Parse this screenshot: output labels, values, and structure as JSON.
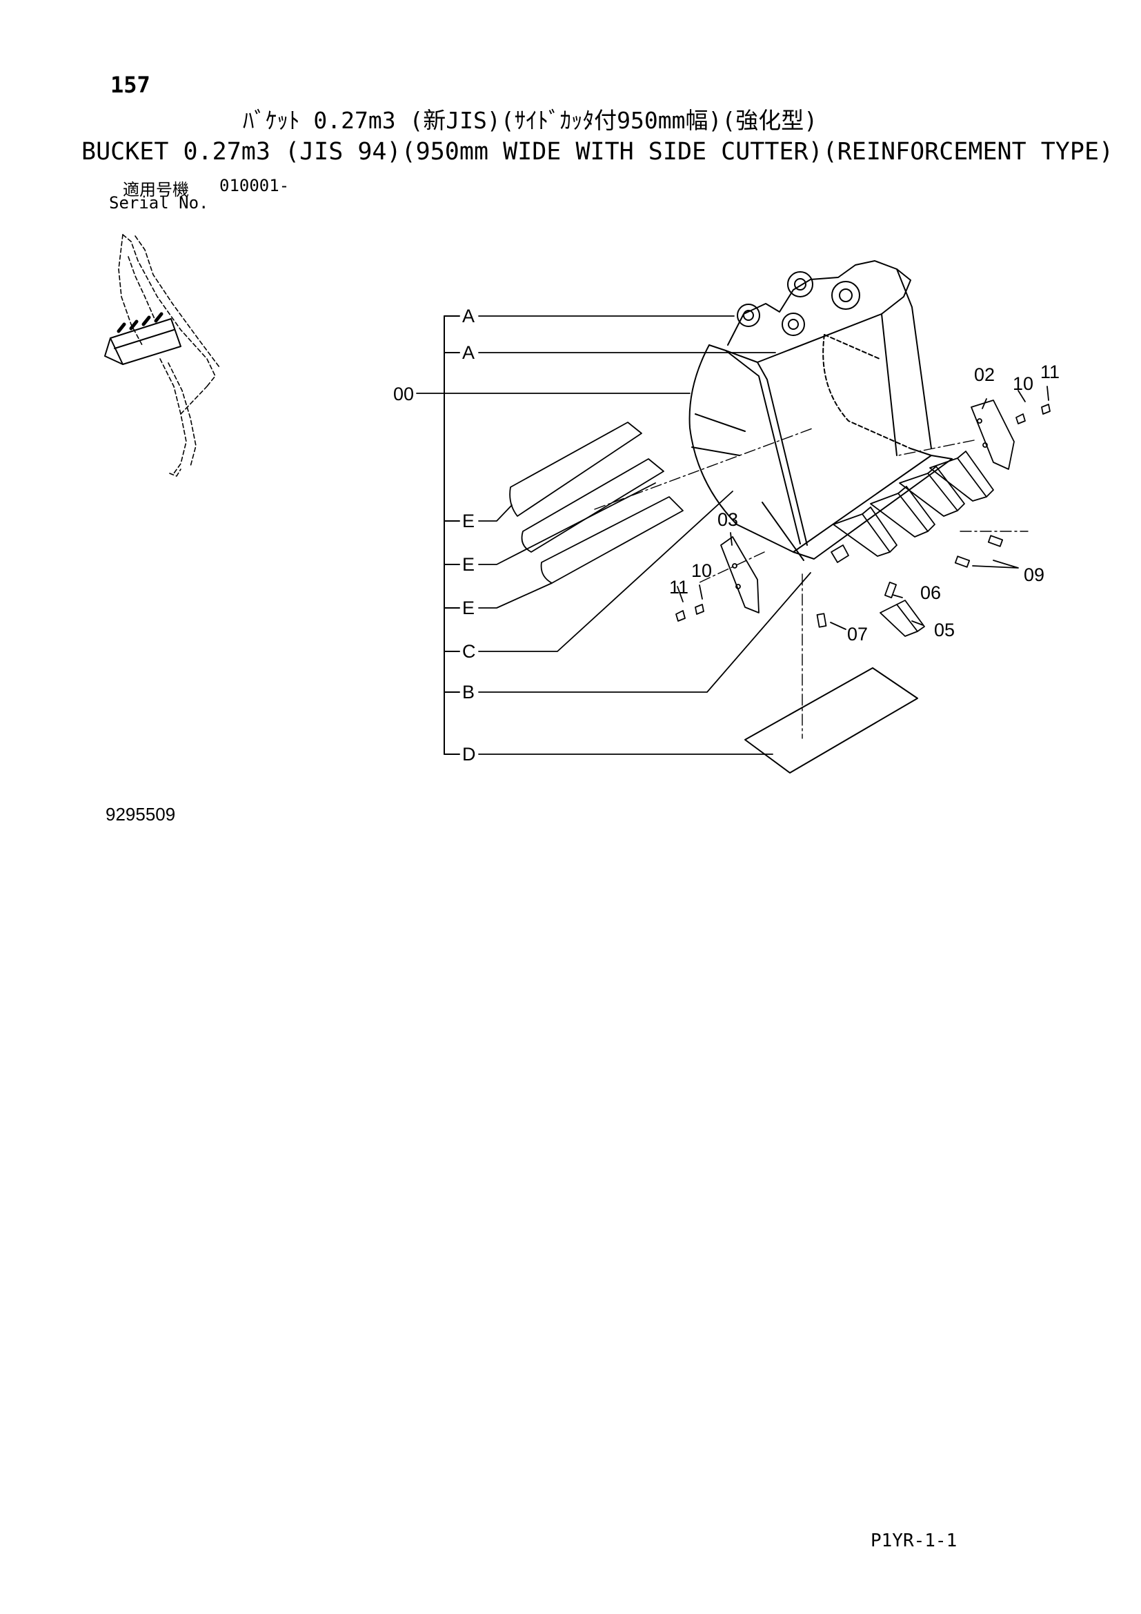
{
  "page_number": "157",
  "title_jp": "ﾊﾞｹｯﾄ 0.27m3 (新JIS)(ｻｲﾄﾞｶｯﾀ付950mm幅)(強化型)",
  "title_en": "BUCKET 0.27m3 (JIS 94)(950mm WIDE WITH SIDE CUTTER)(REINFORCEMENT TYPE)",
  "serial": {
    "label_jp": "適用号機",
    "label_en": "Serial No.",
    "value": "010001-"
  },
  "drawing_id": "9295509",
  "page_code": "P1YR-1-1",
  "callouts": {
    "a1": "A",
    "a2": "A",
    "c00": "00",
    "e1": "E",
    "e2": "E",
    "e3": "E",
    "c": "C",
    "b": "B",
    "d": "D",
    "p02": "02",
    "p03": "03",
    "p05": "05",
    "p06": "06",
    "p07": "07",
    "p09": "09",
    "p10_right": "10",
    "p11_right": "11",
    "p10_left": "10",
    "p11_left": "11"
  }
}
